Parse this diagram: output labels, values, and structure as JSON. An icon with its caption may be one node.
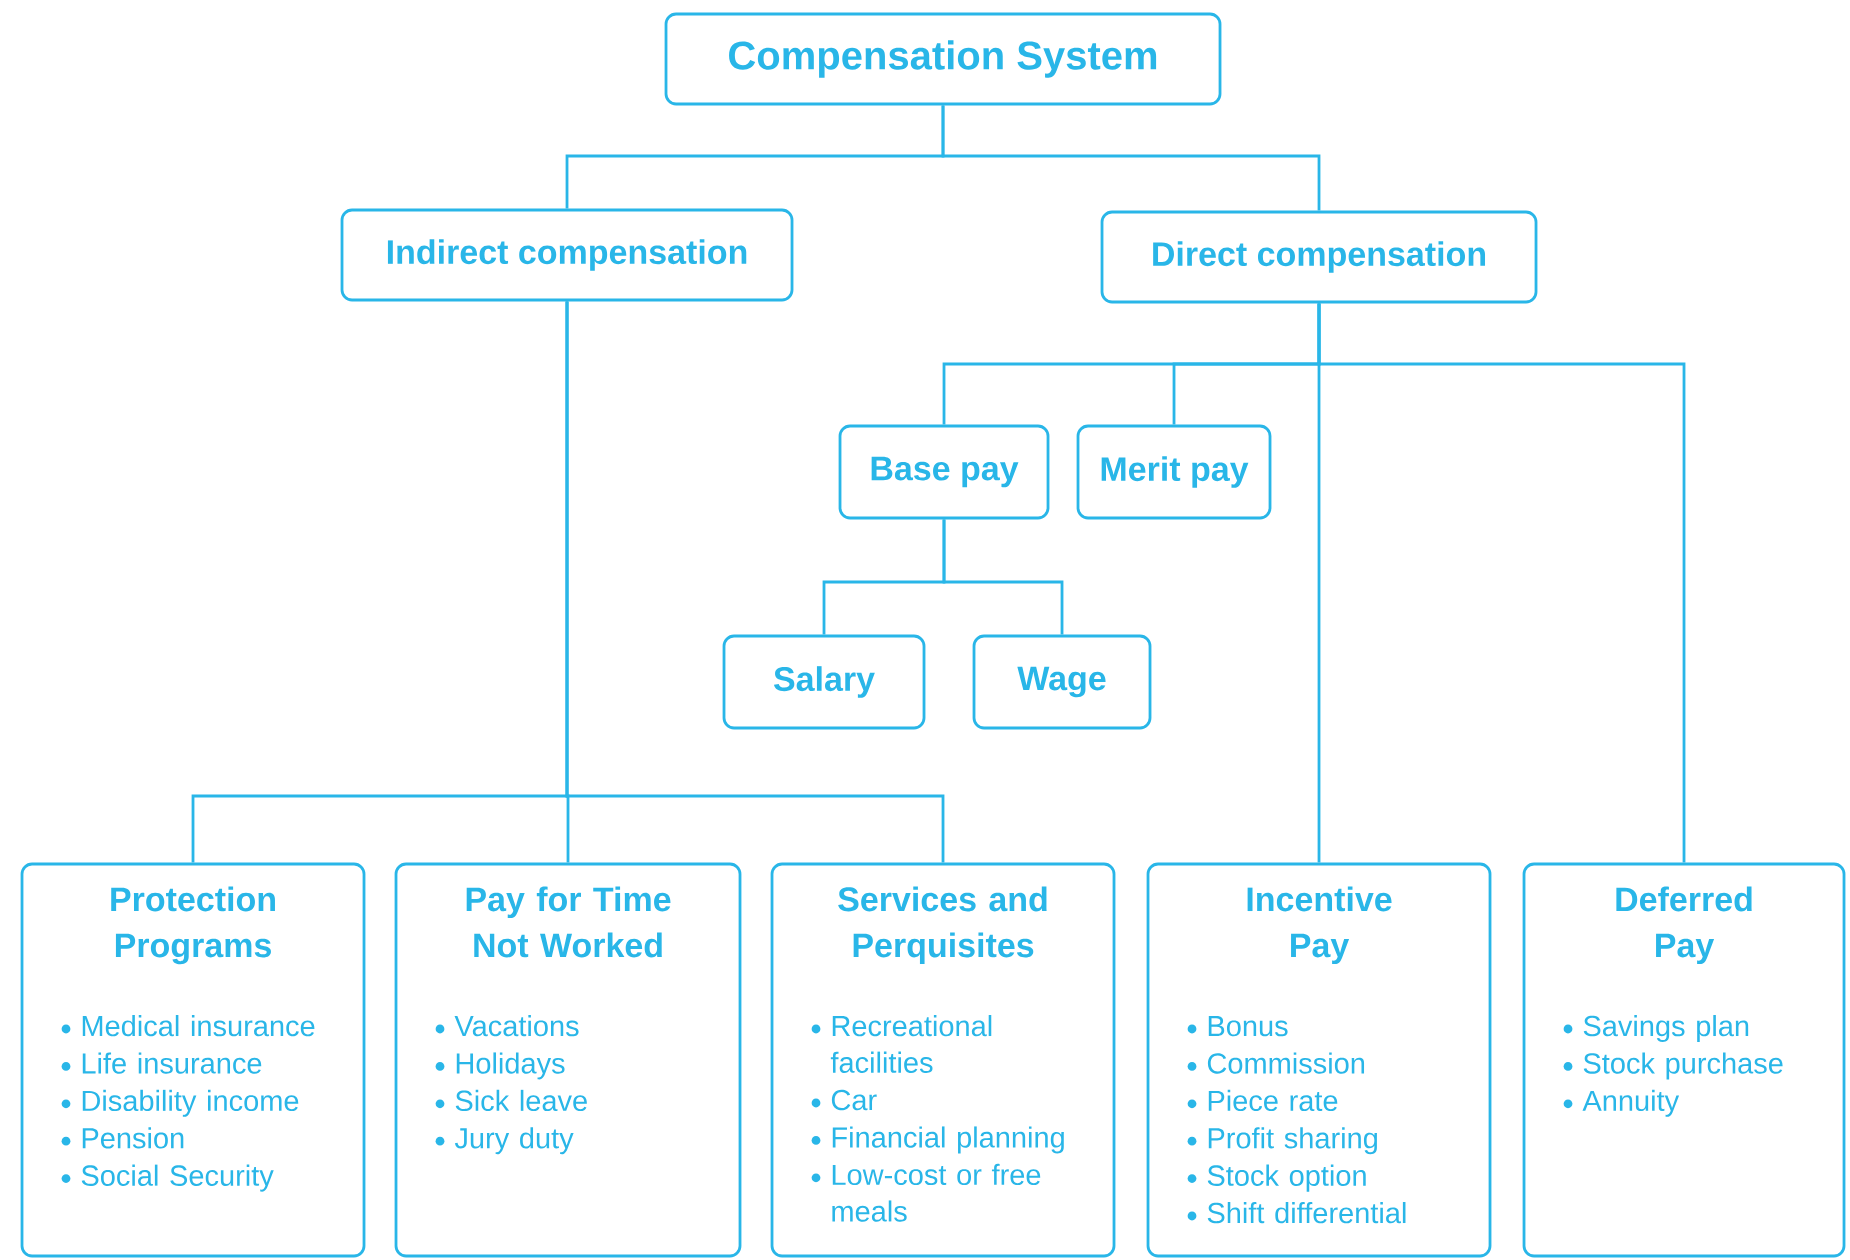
{
  "diagram": {
    "nodes": [
      {
        "text": [
          "Compensation System"
        ]
      },
      {
        "text": [
          "Indirect compensation"
        ]
      },
      {
        "text": [
          "Direct compensation"
        ]
      },
      {
        "text": [
          "Base pay"
        ]
      },
      {
        "text": [
          "Merit pay"
        ]
      },
      {
        "text": [
          "Salary"
        ]
      },
      {
        "text": [
          "Wage"
        ]
      },
      {
        "text": [
          "Protection Programs",
          "Medical insurance",
          "Life insurance",
          "Disability income",
          "Pension",
          "Social Security"
        ]
      },
      {
        "text": [
          "Pay for Time Not Worked",
          "Vacations",
          "Holidays",
          "Sick leave",
          "Jury duty"
        ]
      },
      {
        "text": [
          "Services and Perquisites",
          "Recreational facilities",
          "Car",
          "Financial planning",
          "Low-cost or free meals"
        ]
      },
      {
        "text": [
          "Incentive Pay",
          "Bonus",
          "Commission",
          "Piece rate",
          "Profit sharing",
          "Stock option",
          "Shift differential"
        ]
      },
      {
        "text": [
          "Deferred Pay",
          "Savings plan",
          "Stock purchase",
          "Annuity"
        ]
      }
    ],
    "edges": [
      {
        "from": 0,
        "to": 1,
        "arrow": "none"
      },
      {
        "from": 0,
        "to": 2,
        "arrow": "none"
      },
      {
        "from": 2,
        "to": 3,
        "arrow": "none"
      },
      {
        "from": 2,
        "to": 4,
        "arrow": "none"
      },
      {
        "from": 2,
        "to": 10,
        "arrow": "none"
      },
      {
        "from": 2,
        "to": 11,
        "arrow": "none"
      },
      {
        "from": 3,
        "to": 5,
        "arrow": "none"
      },
      {
        "from": 3,
        "to": 6,
        "arrow": "none"
      },
      {
        "from": 1,
        "to": 7,
        "arrow": "none"
      },
      {
        "from": 1,
        "to": 8,
        "arrow": "none"
      },
      {
        "from": 1,
        "to": 9,
        "arrow": "none"
      }
    ]
  }
}
